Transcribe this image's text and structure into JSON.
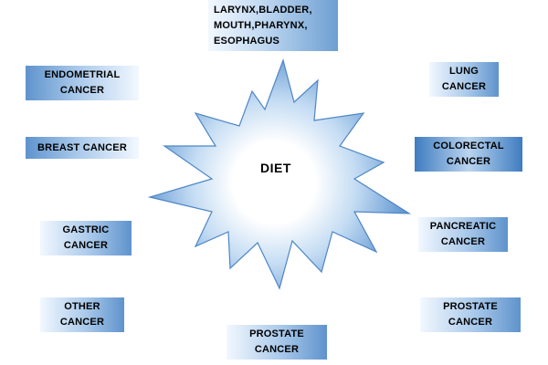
{
  "center": {
    "label": "DIET"
  },
  "boxes": {
    "top": "LARYNX,BLADDER,\nMOUTH,PHARYNX,\nESOPHAGUS",
    "endometrial": "ENDOMETRIAL\nCANCER",
    "lung": "LUNG\nCANCER",
    "breast": "BREAST CANCER",
    "colorectal": "COLORECTAL\nCANCER",
    "gastric": "GASTRIC\nCANCER",
    "pancreatic": "PANCREATIC\nCANCER",
    "other": "OTHER\nCANCER",
    "prostate_right": "PROSTATE\nCANCER",
    "prostate_bottom": "PROSTATE\nCANCER"
  },
  "colors": {
    "burst_edge": "#4d86c6",
    "burst_center": "#ffffff",
    "box_dark": "#5f93cc",
    "box_light": "#f2f8ff"
  }
}
